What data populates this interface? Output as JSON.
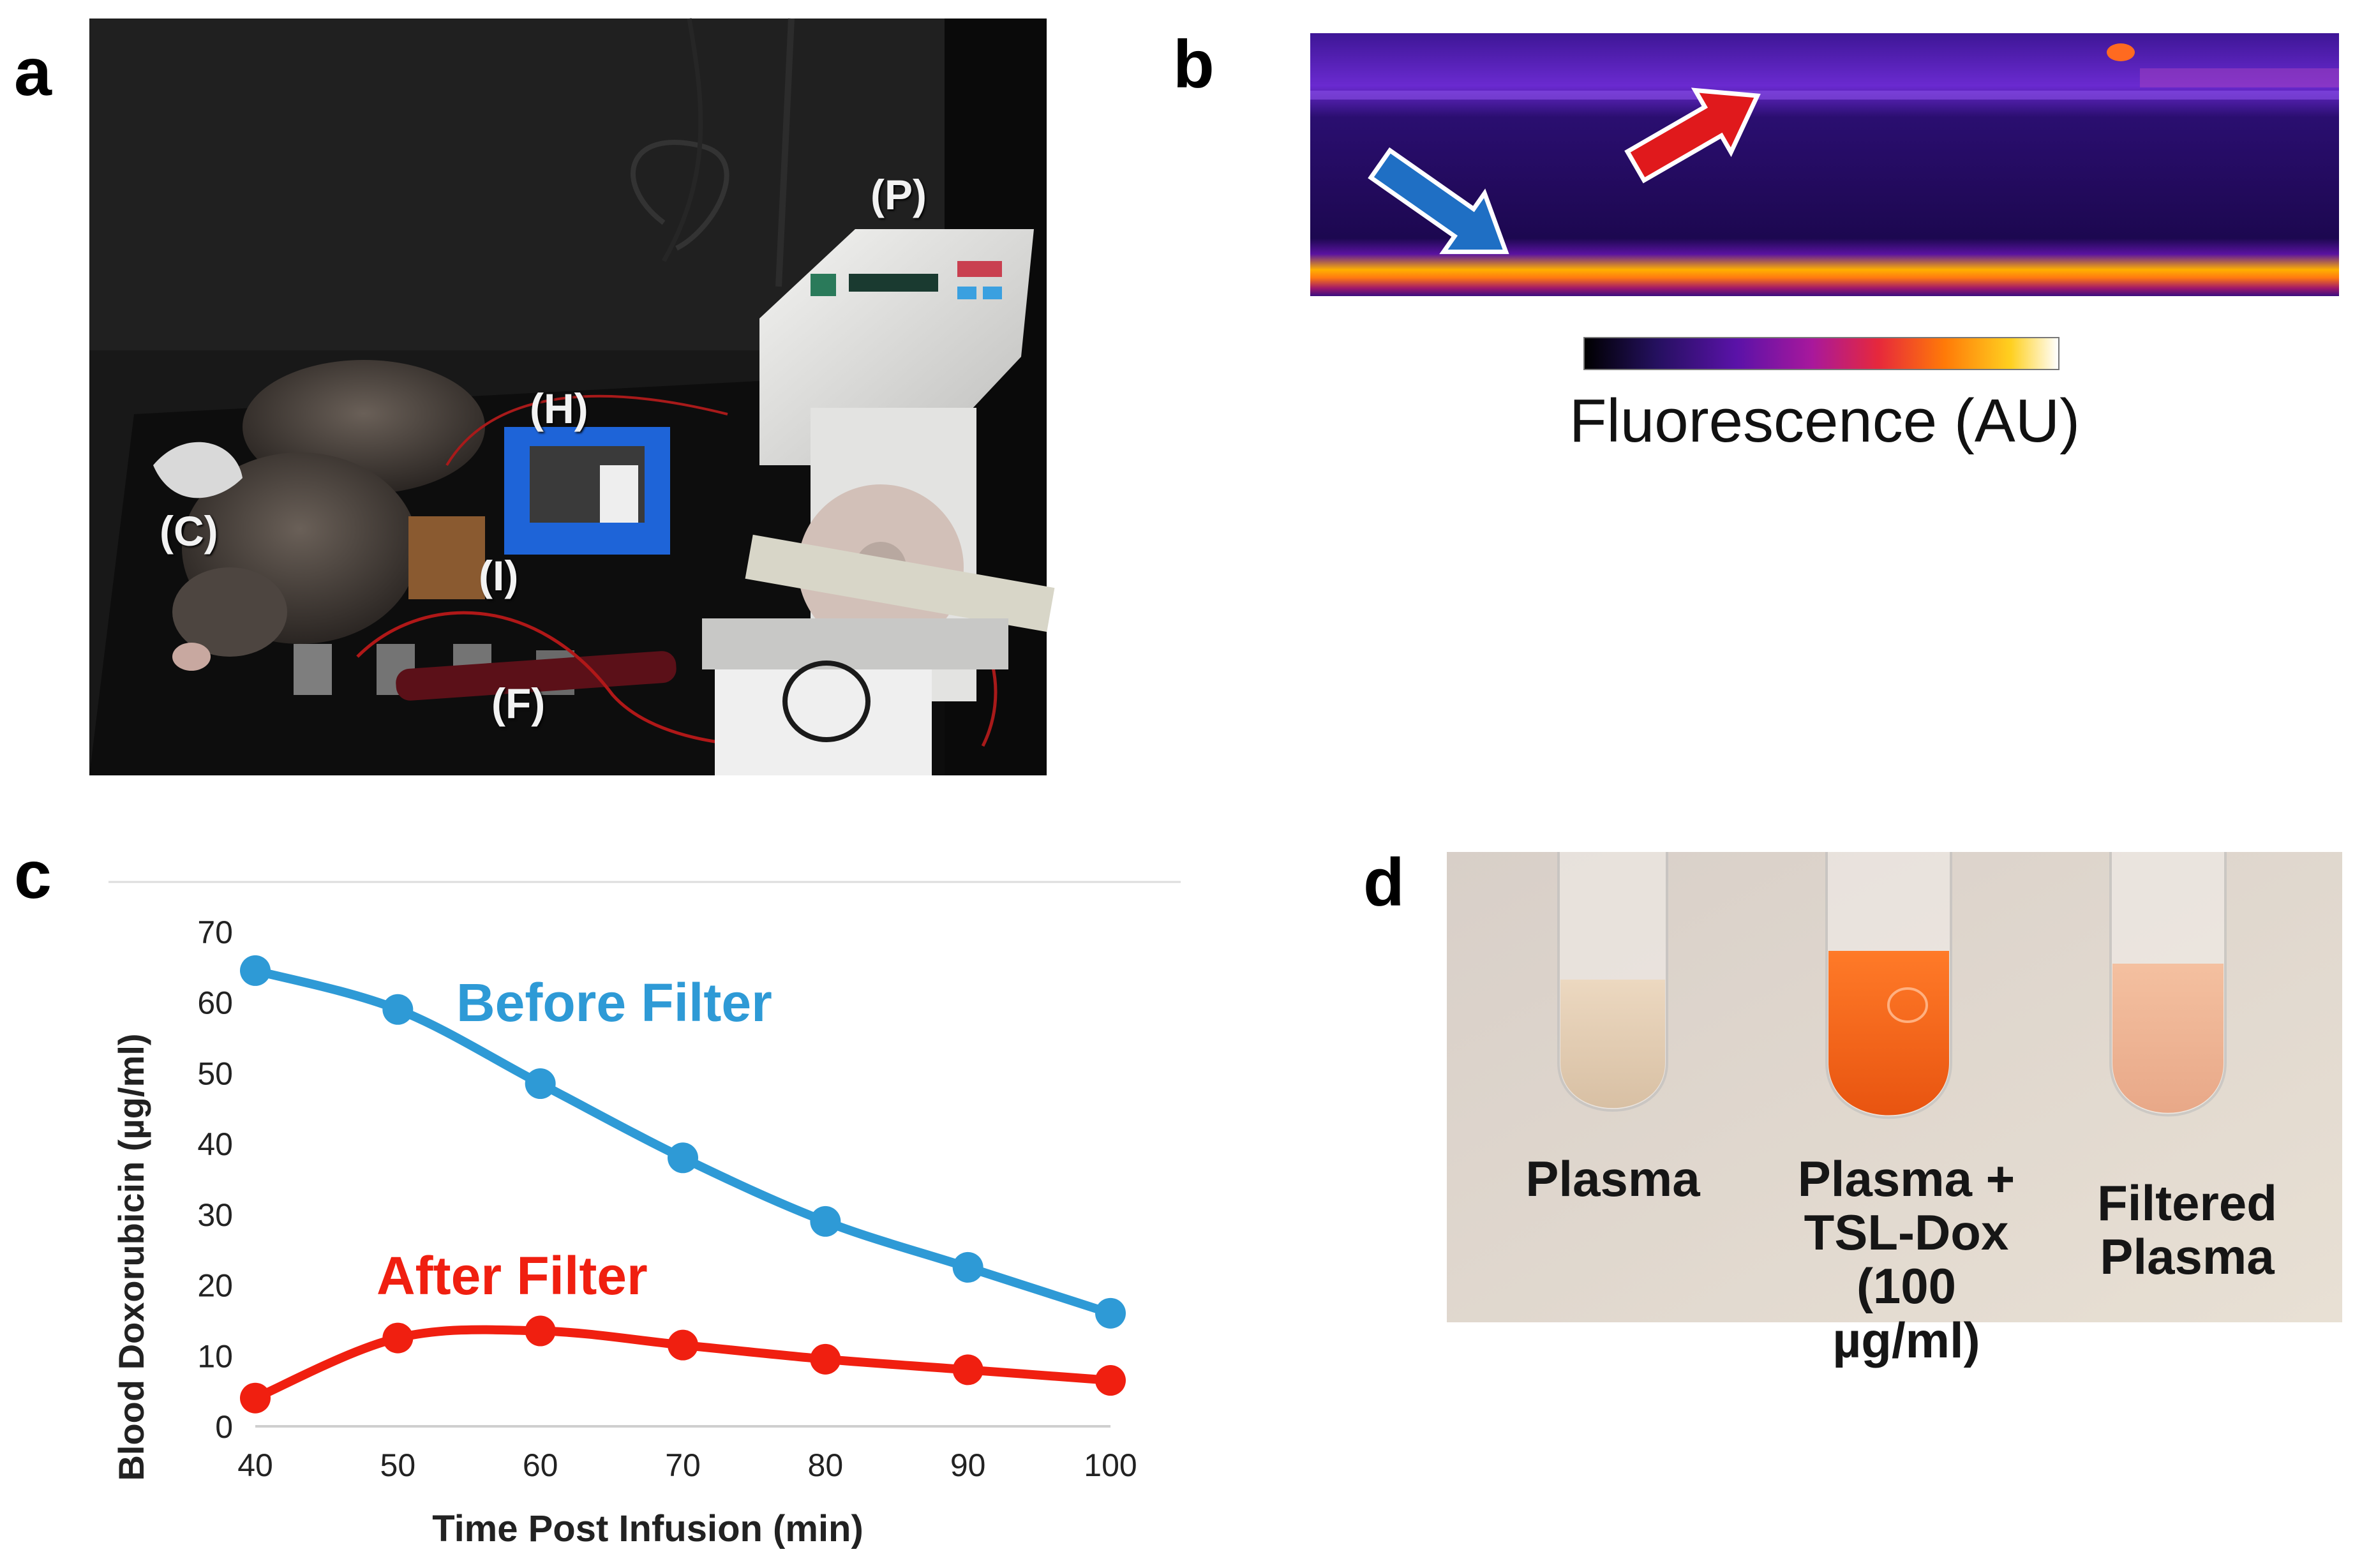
{
  "panels": {
    "a": {
      "letter": "a",
      "labels": {
        "p": "(P)",
        "h": "(H)",
        "c": "(C)",
        "i": "(I)",
        "f": "(F)"
      }
    },
    "b": {
      "letter": "b",
      "colorbar_label": "Fluorescence (AU)",
      "arrow_colors": {
        "blue": "#1f6fc4",
        "red": "#e0191c"
      }
    },
    "c": {
      "letter": "c"
    },
    "d": {
      "letter": "d",
      "tube_labels": {
        "plasma": "Plasma",
        "plasma_tsl_line1": "Plasma +",
        "plasma_tsl_line2": "TSL-Dox",
        "plasma_tsl_line3": "(100 µg/ml)",
        "filtered_line1": "Filtered",
        "filtered_line2": "Plasma"
      }
    }
  },
  "chart_data": {
    "type": "line",
    "xlabel": "Time Post Infusion (min)",
    "ylabel": "Blood Doxorubicin (µg/ml)",
    "xlim": [
      40,
      100
    ],
    "ylim": [
      0,
      70
    ],
    "x_ticks": [
      40,
      50,
      60,
      70,
      80,
      90,
      100
    ],
    "y_ticks": [
      0,
      10,
      20,
      30,
      40,
      50,
      60,
      70
    ],
    "grid": false,
    "x": [
      40,
      50,
      60,
      70,
      80,
      90,
      100
    ],
    "series": [
      {
        "name": "Before Filter",
        "color": "#2e9ad6",
        "values": [
          64.5,
          59,
          48.5,
          38,
          29,
          22.5,
          16
        ]
      },
      {
        "name": "After Filter",
        "color": "#f01f10",
        "values": [
          4,
          12.5,
          13.5,
          11.5,
          9.5,
          8,
          6.5
        ]
      }
    ]
  }
}
